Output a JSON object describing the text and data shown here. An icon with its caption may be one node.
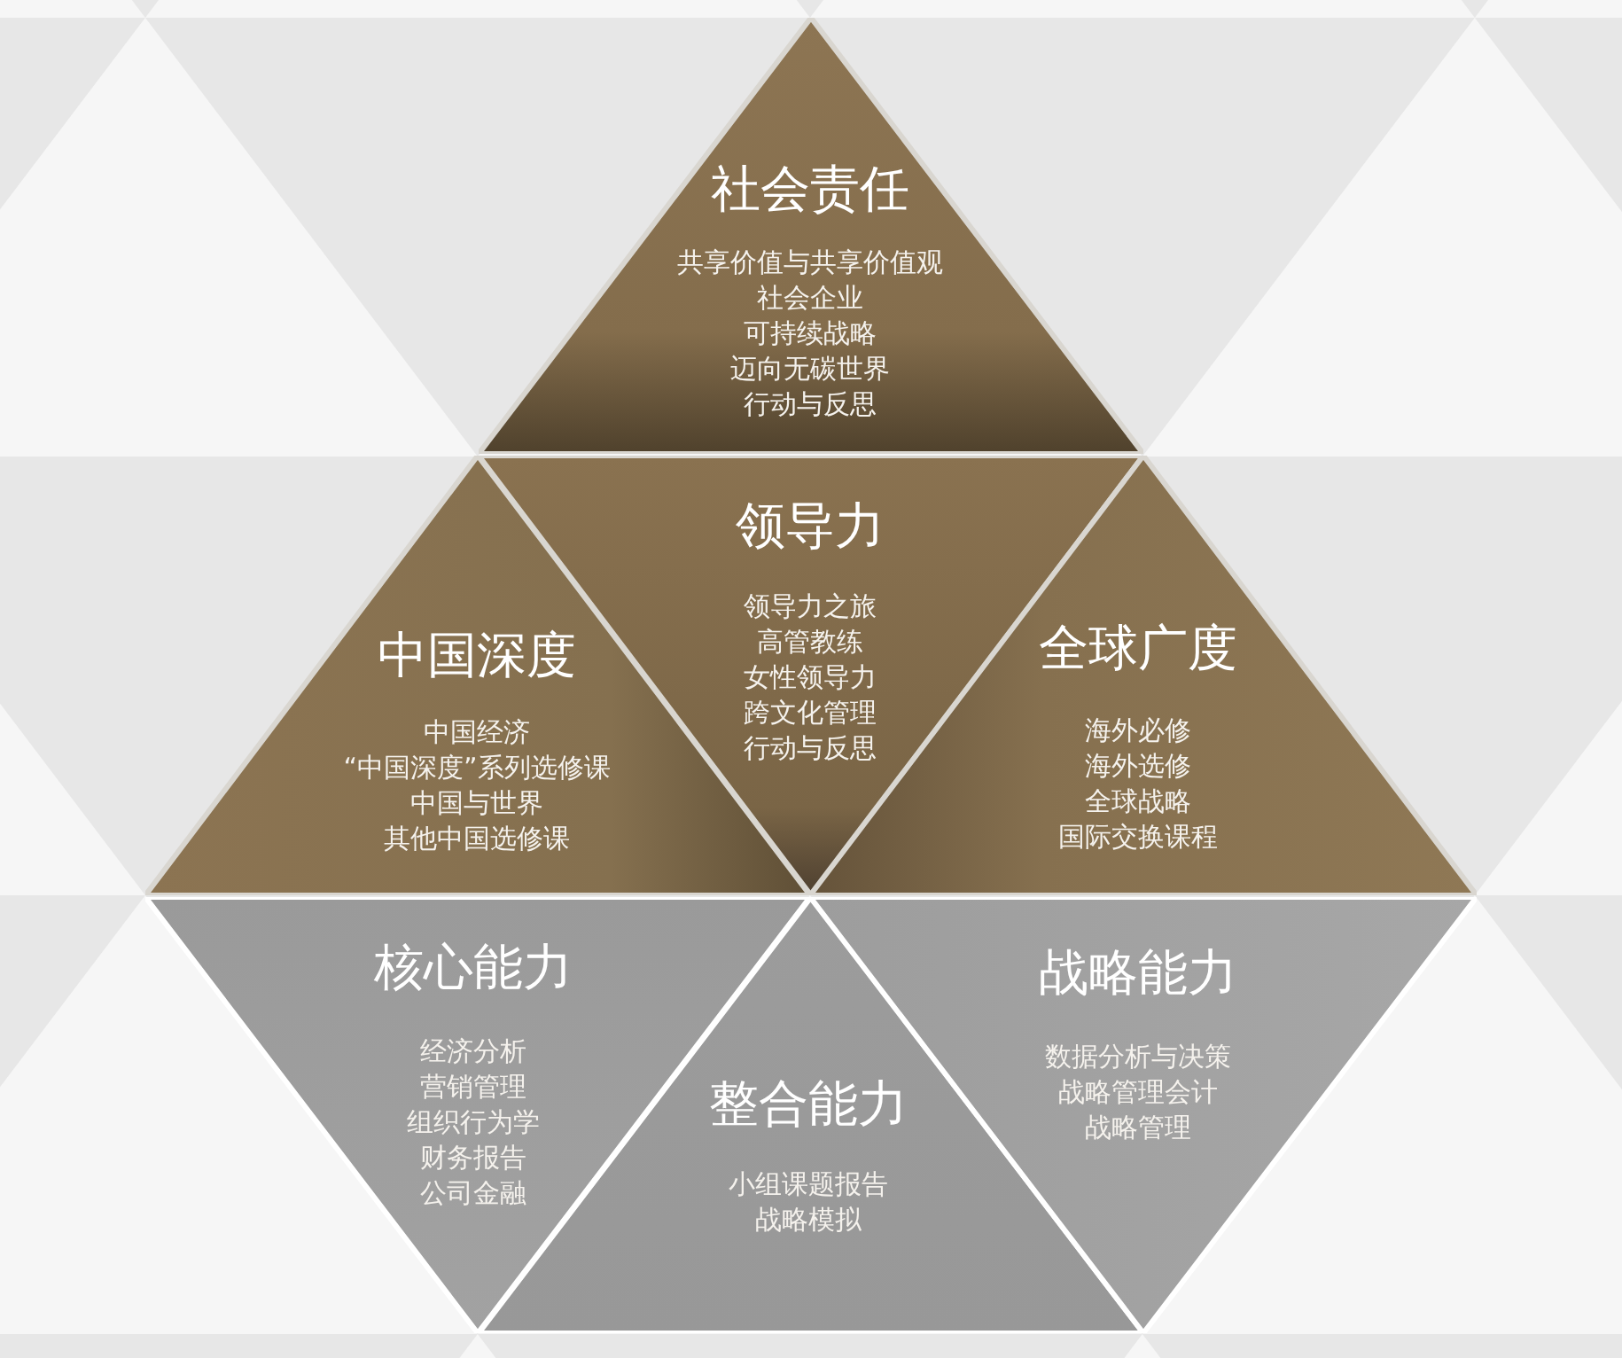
{
  "diagram": {
    "nodes": [
      {
        "text": [
          "社会责任",
          "共享价值与共享价值观",
          "社会企业",
          "可持续战略",
          "迈向无碳世界",
          "行动与反思"
        ]
      },
      {
        "text": [
          "中国深度",
          "中国经济",
          "“中国深度”系列选修课",
          "中国与世界",
          "其他中国选修课"
        ]
      },
      {
        "text": [
          "领导力",
          "领导力之旅",
          "高管教练",
          "女性领导力",
          "跨文化管理",
          "行动与反思"
        ]
      },
      {
        "text": [
          "全球广度",
          "海外必修",
          "海外选修",
          "全球战略",
          "国际交换课程"
        ]
      },
      {
        "text": [
          "核心能力",
          "经济分析",
          "营销管理",
          "组织行为学",
          "财务报告",
          "公司金融"
        ]
      },
      {
        "text": [
          "整合能力",
          "小组课题报告",
          "战略模拟"
        ]
      },
      {
        "text": [
          "战略能力",
          "数据分析与决策",
          "战略管理会计",
          "战略管理"
        ]
      }
    ]
  }
}
